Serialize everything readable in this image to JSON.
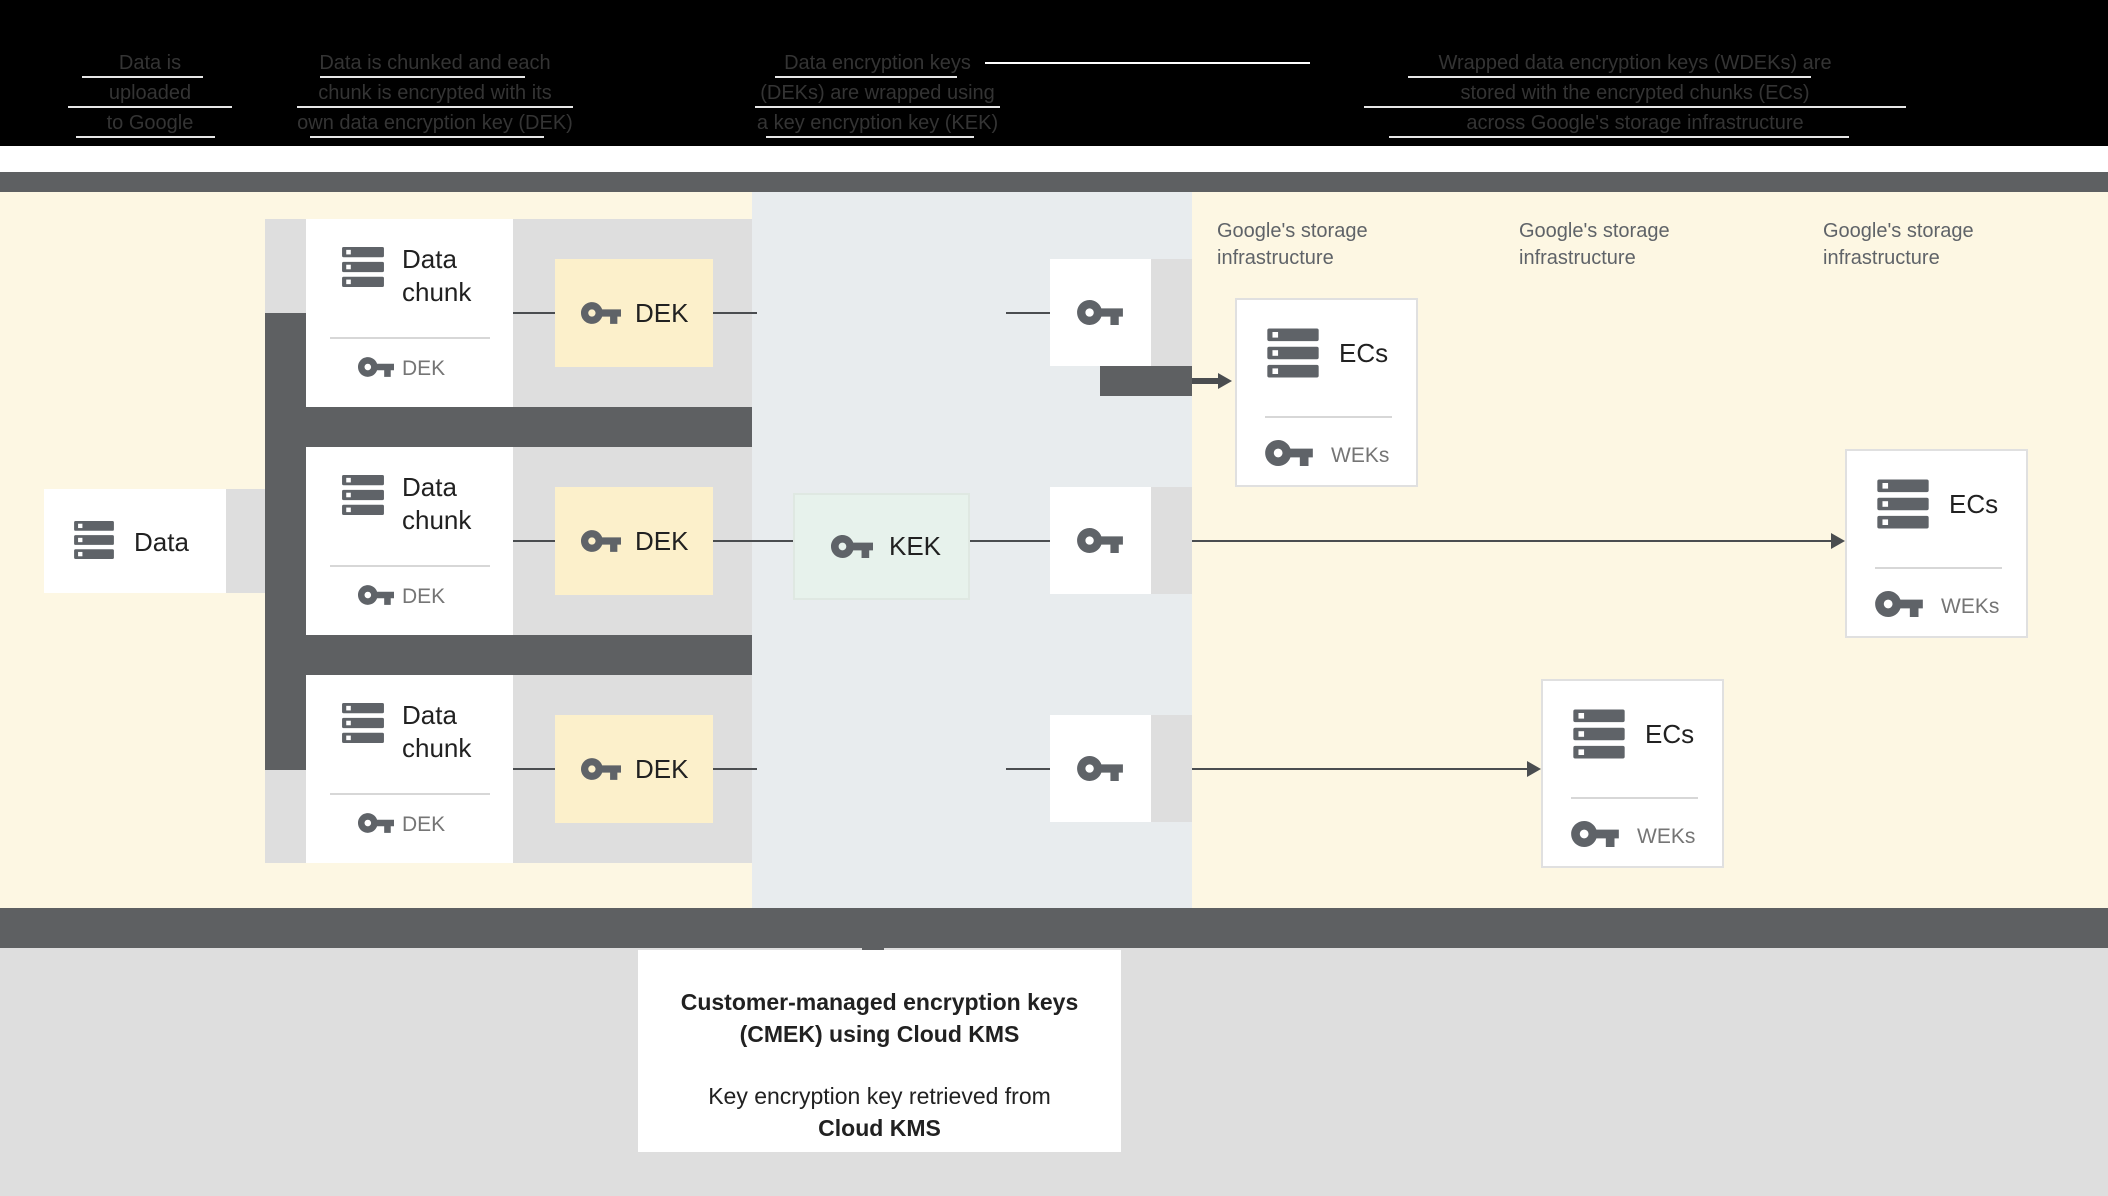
{
  "header": {
    "captions": [
      {
        "lines": [
          "Data is",
          "uploaded",
          "to Google"
        ]
      },
      {
        "lines": [
          "Data is chunked and each",
          "chunk is encrypted with its",
          "own data encryption key (DEK)"
        ]
      },
      {
        "lines": [
          "Data encryption keys",
          "(DEKs) are wrapped using",
          "a key encryption key (KEK)"
        ]
      },
      {
        "lines": [
          "Wrapped data encryption keys (WDEKs) are",
          "stored with the encrypted chunks (ECs)",
          "across Google's storage infrastructure"
        ]
      }
    ]
  },
  "diagram": {
    "data_box": {
      "label": "Data"
    },
    "chunks": [
      {
        "title_line1": "Data",
        "title_line2": "chunk",
        "key_label": "DEK"
      },
      {
        "title_line1": "Data",
        "title_line2": "chunk",
        "key_label": "DEK"
      },
      {
        "title_line1": "Data",
        "title_line2": "chunk",
        "key_label": "DEK"
      }
    ],
    "dek_boxes": [
      {
        "label": "DEK"
      },
      {
        "label": "DEK"
      },
      {
        "label": "DEK"
      }
    ],
    "kek_box": {
      "label": "KEK"
    },
    "storage_headers": [
      {
        "line1": "Google's storage",
        "line2": "infrastructure"
      },
      {
        "line1": "Google's storage",
        "line2": "infrastructure"
      },
      {
        "line1": "Google's storage",
        "line2": "infrastructure"
      }
    ],
    "ec_boxes": [
      {
        "title": "ECs",
        "key_label": "WEKs"
      },
      {
        "title": "ECs",
        "key_label": "WEKs"
      },
      {
        "title": "ECs",
        "key_label": "WEKs"
      }
    ]
  },
  "footer": {
    "caption": {
      "line1": "Customer-managed encryption keys",
      "line2": "(CMEK) using Cloud KMS",
      "line3": "Key encryption key retrieved from",
      "line4": "Cloud KMS"
    }
  },
  "colors": {
    "background_yellow": "#fdf7e3",
    "dek_yellow": "#fcf0cb",
    "kek_green": "#e7f2ec",
    "kms_panel_gray_blue": "#e8ecee",
    "dark_gray": "#5e6062",
    "icon_gray": "#5f6368",
    "light_gray": "#dedede",
    "muted_text": "#757575"
  }
}
